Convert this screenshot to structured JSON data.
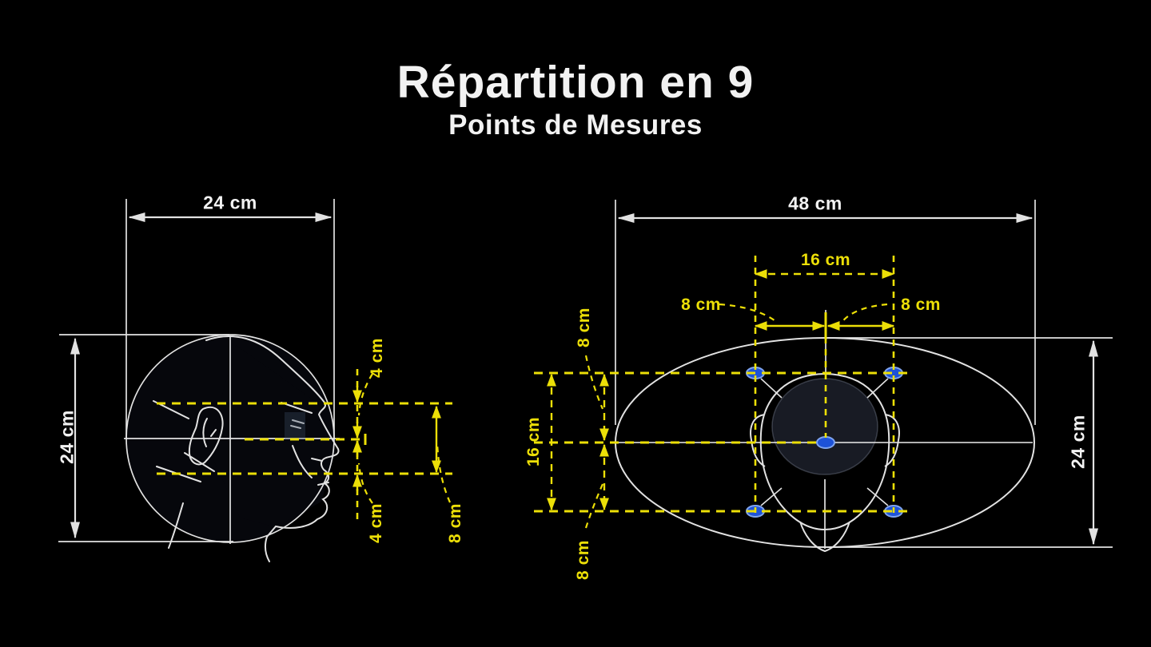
{
  "title": {
    "line1": "Répartition en 9",
    "line2": "Points de Mesures"
  },
  "left_diagram": {
    "description": "side profile head with vertical spacing dimensions",
    "labels": {
      "top_width": "24 cm",
      "left_height": "24 cm",
      "upper_segment": "4 cm",
      "lower_segment": "4 cm",
      "total_segment": "8 cm"
    }
  },
  "right_diagram": {
    "description": "top view head inside ellipse with 5 visible measurement points",
    "labels": {
      "top_width": "48 cm",
      "inner_width": "16 cm",
      "left_half": "8 cm",
      "right_half": "8 cm",
      "top_offset": "8 cm",
      "inner_height": "16 cm",
      "bottom_offset": "8 cm",
      "right_height": "24 cm"
    },
    "measure_points_visible": 5
  },
  "colors": {
    "background": "#000000",
    "line": "#e2e2e2",
    "accent": "#ecdf07",
    "point_fill": "#1d52d8",
    "point_rim": "#7fa4ee",
    "text": "#f2f2f2"
  }
}
